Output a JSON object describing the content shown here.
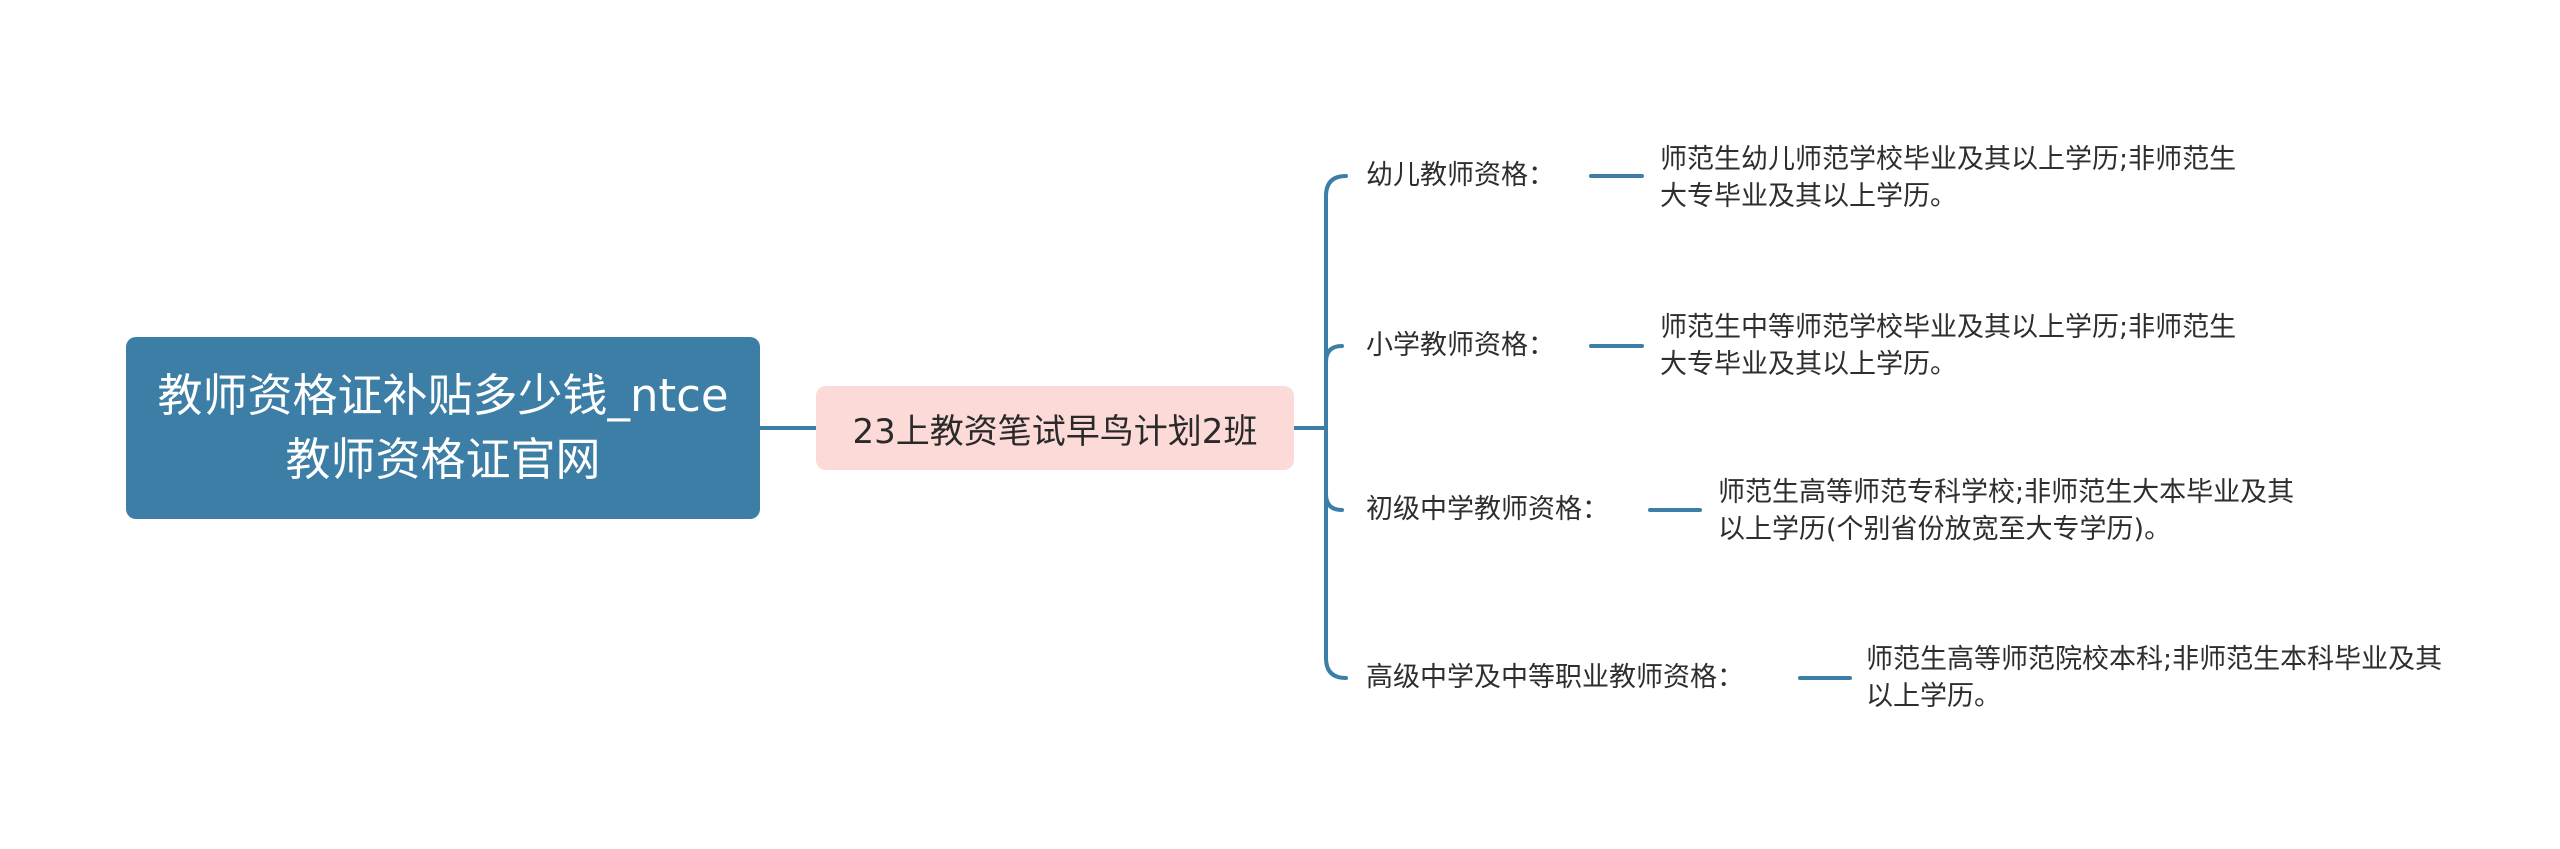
{
  "colors": {
    "root_fill": "#3d7ea6",
    "root_text": "#ffffff",
    "mid_fill": "#fbdad8",
    "connector": "#3d7ea6",
    "text": "#2e2e2e"
  },
  "root": {
    "label": "教师资格证补贴多少钱_ntce教师资格证官网"
  },
  "middle": {
    "label": "23上教资笔试早鸟计划2班"
  },
  "branches": [
    {
      "label": "幼儿教师资格：",
      "detail": "师范生幼儿师范学校毕业及其以上学历;非师范生大专毕业及其以上学历。"
    },
    {
      "label": "小学教师资格：",
      "detail": "师范生中等师范学校毕业及其以上学历;非师范生大专毕业及其以上学历。"
    },
    {
      "label": "初级中学教师资格：",
      "detail": "师范生高等师范专科学校;非师范生大本毕业及其以上学历(个别省份放宽至大专学历)。"
    },
    {
      "label": "高级中学及中等职业教师资格：",
      "detail": "师范生高等师范院校本科;非师范生本科毕业及其以上学历。"
    }
  ]
}
